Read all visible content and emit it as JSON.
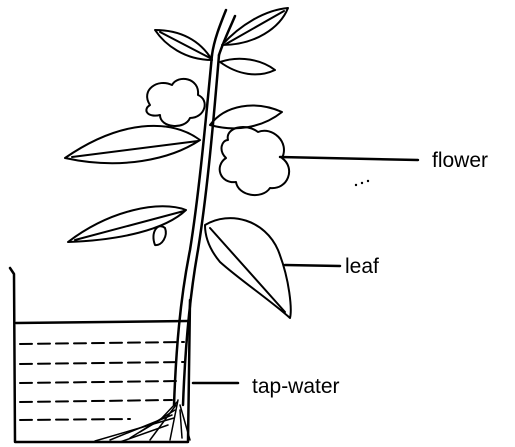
{
  "labels": {
    "flower": "flower",
    "leaf": "leaf",
    "water": "tap-water"
  },
  "colors": {
    "ink": "#000000",
    "background": "#ffffff"
  }
}
